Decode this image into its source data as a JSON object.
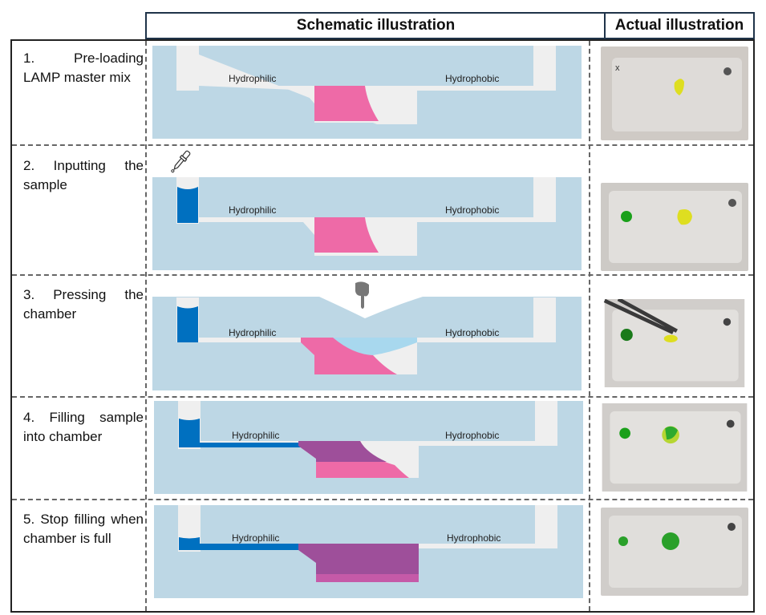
{
  "headers": {
    "schematic": "Schematic illustration",
    "actual": "Actual illustration"
  },
  "labels": {
    "hydrophilic": "Hydrophilic",
    "hydrophobic": "Hydrophobic"
  },
  "colors": {
    "chip": "#bdd7e5",
    "channel": "#efefef",
    "sample": "#0070c0",
    "master_mix": "#ee6aa7",
    "mixed": "#9e4f9a",
    "pressed_liquid": "#a8d8ee"
  },
  "steps": [
    {
      "number": "1.",
      "text": "Pre-loading LAMP master mix",
      "photo": {
        "green_dot": false,
        "yellow": "half",
        "tweezers": false
      }
    },
    {
      "number": "2.",
      "text": "Inputting the sample",
      "photo": {
        "green_dot": true,
        "yellow": "half",
        "tweezers": false
      }
    },
    {
      "number": "3.",
      "text": "Pressing the chamber",
      "photo": {
        "green_dot": true,
        "yellow": "small",
        "tweezers": true
      }
    },
    {
      "number": "4.",
      "text": "Filling sample into chamber",
      "photo": {
        "green_dot": true,
        "yellow": "green-yellow",
        "tweezers": false
      }
    },
    {
      "number": "5.",
      "text": "Stop filling when chamber is full",
      "photo": {
        "green_dot": true,
        "yellow": "green",
        "tweezers": false
      }
    }
  ]
}
